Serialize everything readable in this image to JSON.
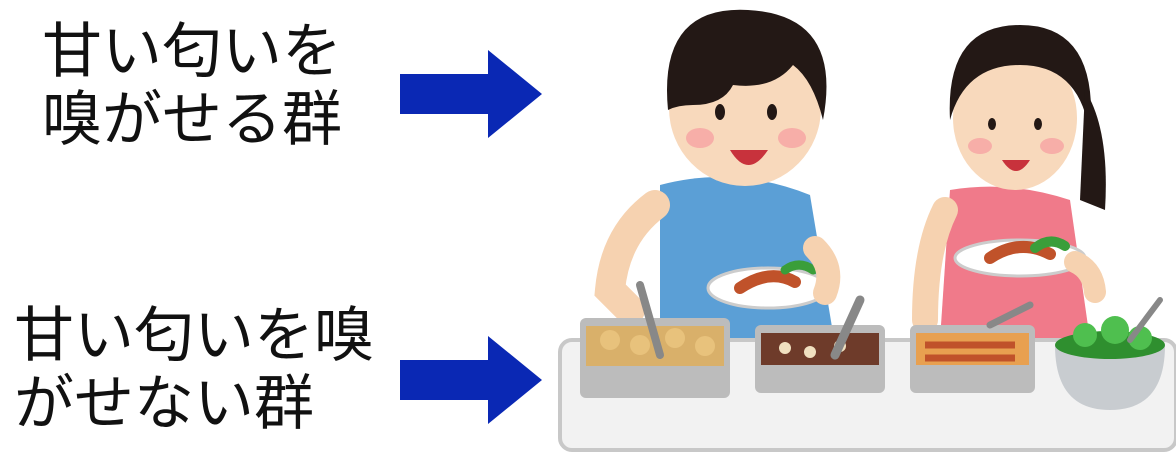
{
  "labels": {
    "top": {
      "line1": "甘い匂いを",
      "line2": "嗅がせる群"
    },
    "bottom": {
      "line1": "甘い匂いを嗅",
      "line2": "がせない群"
    }
  },
  "colors": {
    "arrow": "#0a28b4",
    "text": "#111111"
  },
  "icons": [
    "arrow-right-icon",
    "boy-illustration",
    "girl-illustration",
    "buffet-counter-illustration"
  ]
}
